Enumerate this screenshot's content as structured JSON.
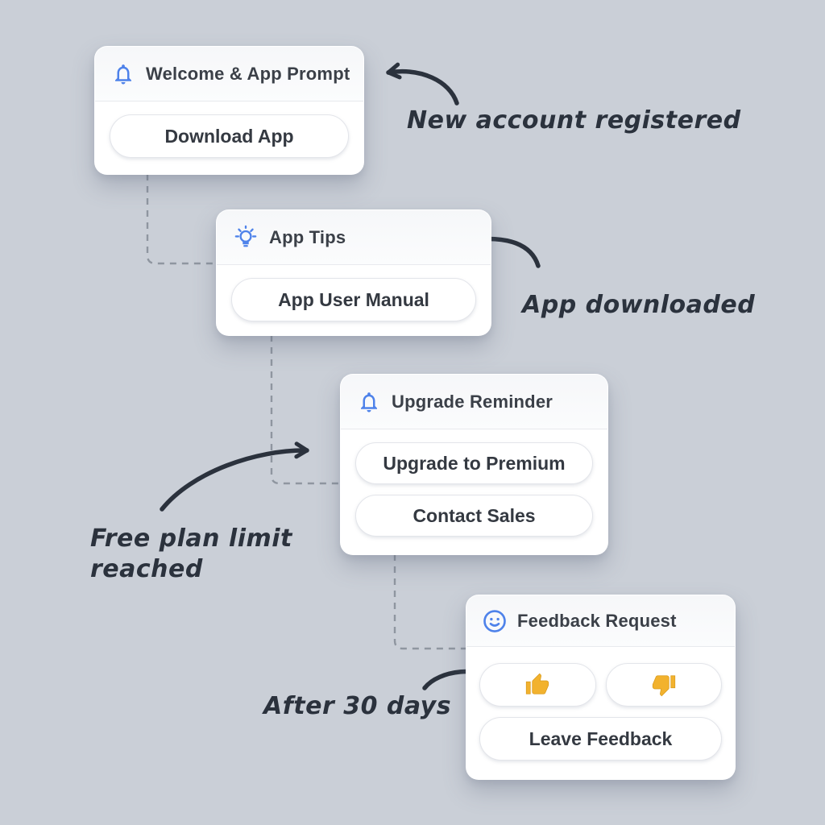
{
  "page": {
    "background_color": "#cacfd7",
    "description": "Onboarding notification flow diagram with four message cards linked by dashed connectors and handwritten trigger annotations"
  },
  "colors": {
    "accent_blue": "#4e82ea",
    "card_background": "#ffffff",
    "card_header_background": "#f6f7f9",
    "divider": "#e8eaee",
    "title_text": "#3b4048",
    "button_text": "#343941",
    "button_border": "#e3e5ea",
    "annotation_text": "#2b323d",
    "arrow_stroke": "#2b323d",
    "dashed_connector": "#8f96a0",
    "thumb_yellow": "#f2b22e"
  },
  "cards": [
    {
      "title": "Welcome & App Prompt",
      "icon": "bell-icon",
      "buttons": [
        {
          "label": "Download App"
        }
      ]
    },
    {
      "title": "App Tips",
      "icon": "lightbulb-icon",
      "buttons": [
        {
          "label": "App User Manual"
        }
      ]
    },
    {
      "title": "Upgrade Reminder",
      "icon": "bell-icon",
      "buttons": [
        {
          "label": "Upgrade to Premium"
        },
        {
          "label": "Contact Sales"
        }
      ]
    },
    {
      "title": "Feedback Request",
      "icon": "smiley-icon",
      "reaction_buttons": [
        {
          "icon": "thumbs-up-icon"
        },
        {
          "icon": "thumbs-down-icon"
        }
      ],
      "buttons": [
        {
          "label": "Leave Feedback"
        }
      ]
    }
  ],
  "annotations": [
    {
      "text": "New account registered"
    },
    {
      "text": "App downloaded"
    },
    {
      "line1": "Free plan limit",
      "line2": "reached"
    },
    {
      "text": "After 30 days"
    }
  ]
}
